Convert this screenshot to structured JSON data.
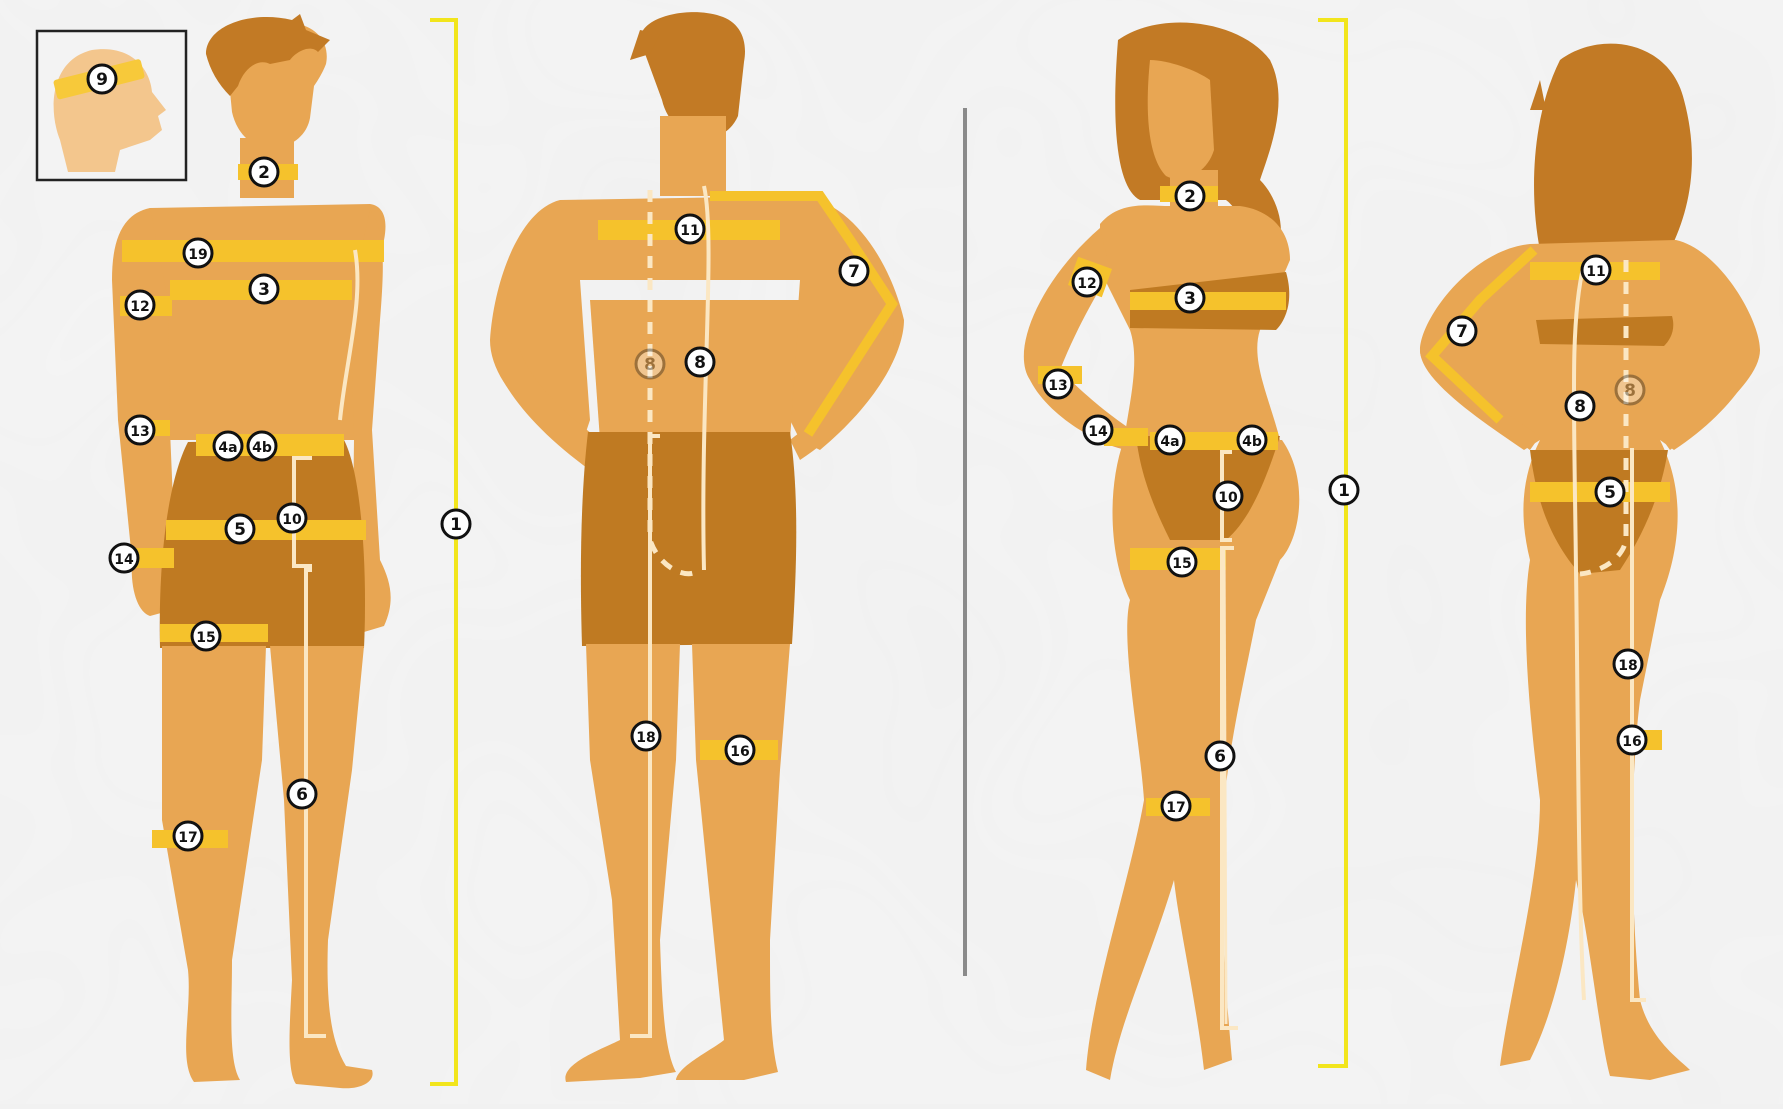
{
  "diagram": {
    "colors": {
      "background": "#f1f1f1",
      "skin": "#e8a653",
      "hair": "#c27a25",
      "clothing": "#bf7a22",
      "band": "#f5c22c",
      "line": "#fbe7c3",
      "bracket": "#f2e51c",
      "divider": "#8a8a8a",
      "marker_fill": "#ffffff",
      "marker_stroke": "#111111"
    },
    "figures": [
      {
        "label": "man-front",
        "markers": [
          "9",
          "2",
          "19",
          "3",
          "12",
          "13",
          "4a",
          "4b",
          "5",
          "10",
          "14",
          "15",
          "6",
          "17",
          "1"
        ]
      },
      {
        "label": "man-back",
        "markers": [
          "11",
          "7",
          "8",
          "8",
          "18",
          "16"
        ]
      },
      {
        "label": "woman-front",
        "markers": [
          "2",
          "12",
          "3",
          "13",
          "14",
          "4a",
          "4b",
          "10",
          "15",
          "6",
          "17",
          "1"
        ]
      },
      {
        "label": "woman-back",
        "markers": [
          "11",
          "7",
          "8",
          "8",
          "5",
          "18",
          "16"
        ]
      }
    ]
  }
}
